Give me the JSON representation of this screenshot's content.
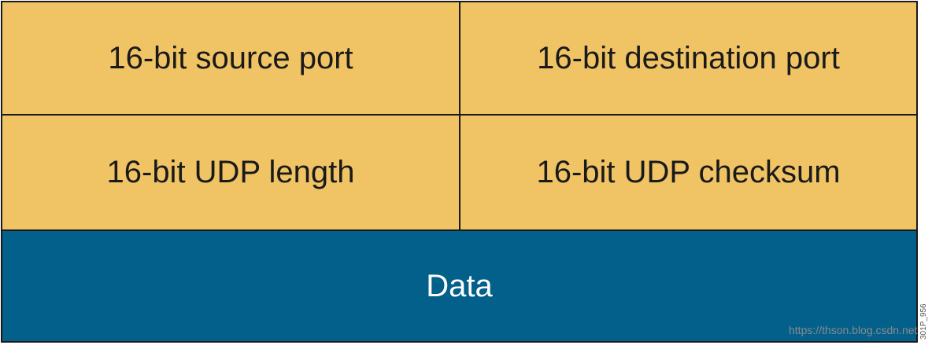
{
  "diagram": {
    "rows": [
      {
        "left": "16-bit source port",
        "right": "16-bit destination port"
      },
      {
        "left": "16-bit UDP length",
        "right": "16-bit UDP checksum"
      }
    ],
    "data_label": "Data"
  },
  "watermark": "https://thson.blog.csdn.net",
  "figure_id": "301P_956",
  "colors": {
    "header_fill": "#f0c465",
    "data_fill": "#03608a",
    "border": "#1a1a1a"
  }
}
